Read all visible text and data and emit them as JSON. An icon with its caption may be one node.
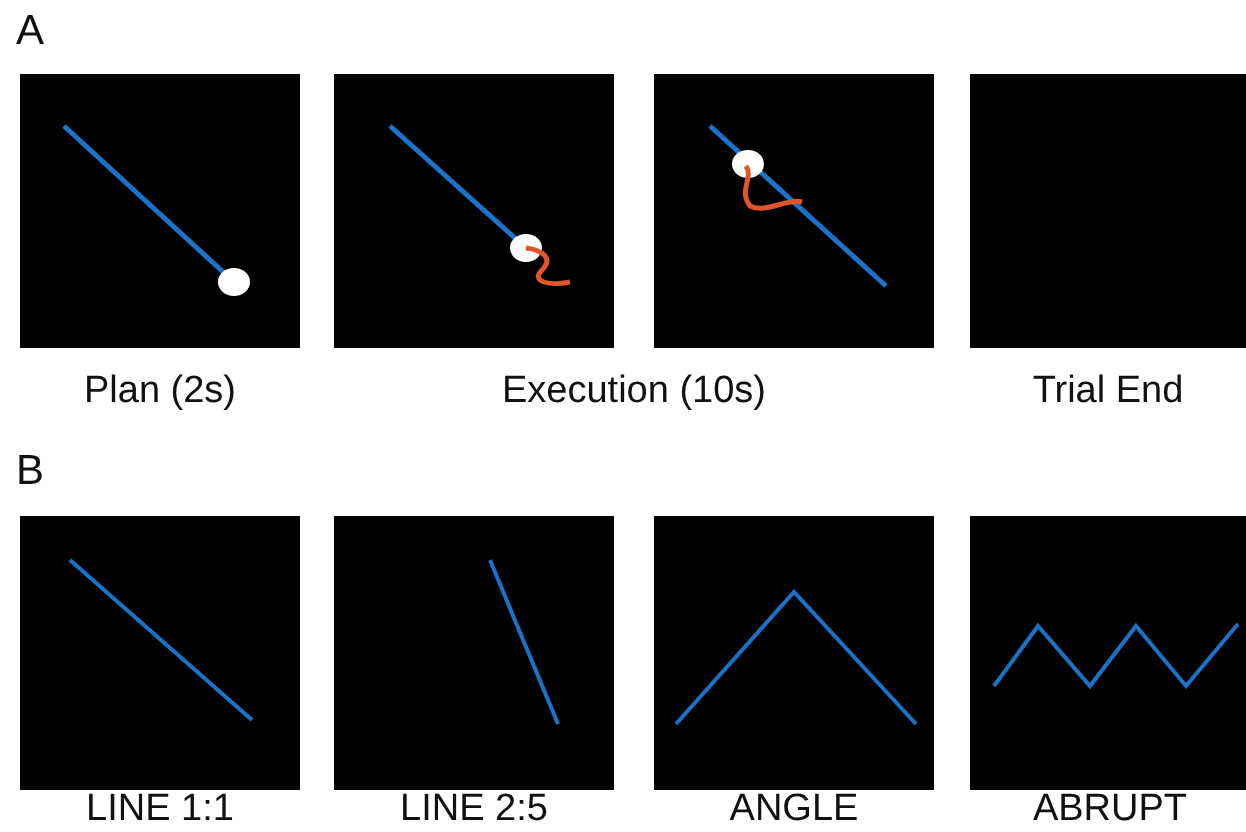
{
  "diagram": {
    "labels": [
      "A",
      "Plan (2s)",
      "Execution (10s)",
      "Trial End",
      "B",
      "LINE 1:1",
      "LINE 2:5",
      "ANGLE",
      "ABRUPT"
    ]
  }
}
